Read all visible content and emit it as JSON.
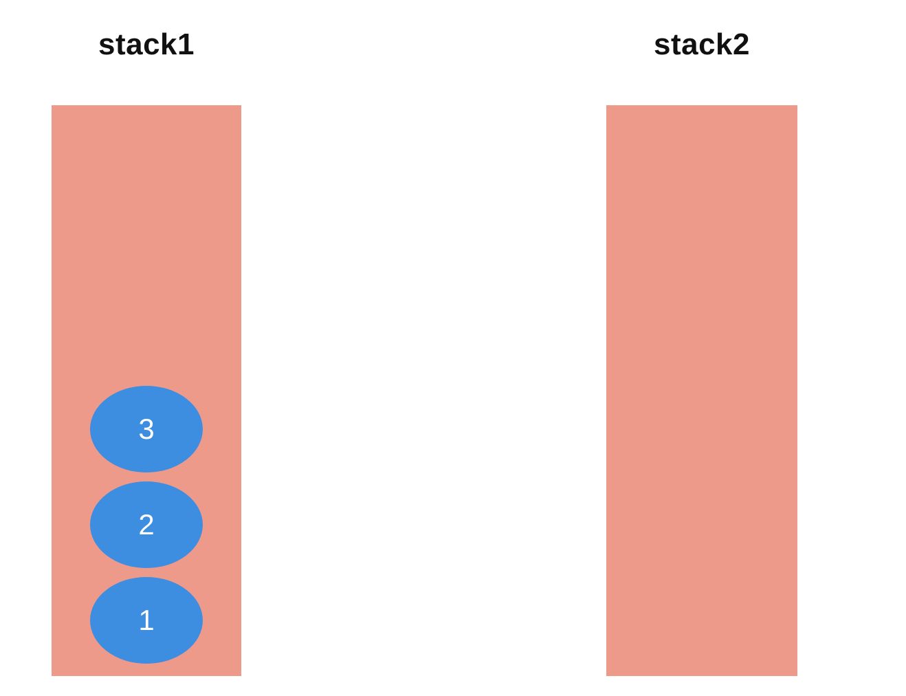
{
  "stacks": [
    {
      "label": "stack1",
      "items": [
        {
          "value": "3"
        },
        {
          "value": "2"
        },
        {
          "value": "1"
        }
      ]
    },
    {
      "label": "stack2",
      "items": []
    }
  ],
  "colors": {
    "background": "#FFFFFF",
    "container": "#EE9A8B",
    "item": "#3D8EE1",
    "item_text": "#FFFFFF",
    "title_text": "#111111"
  }
}
